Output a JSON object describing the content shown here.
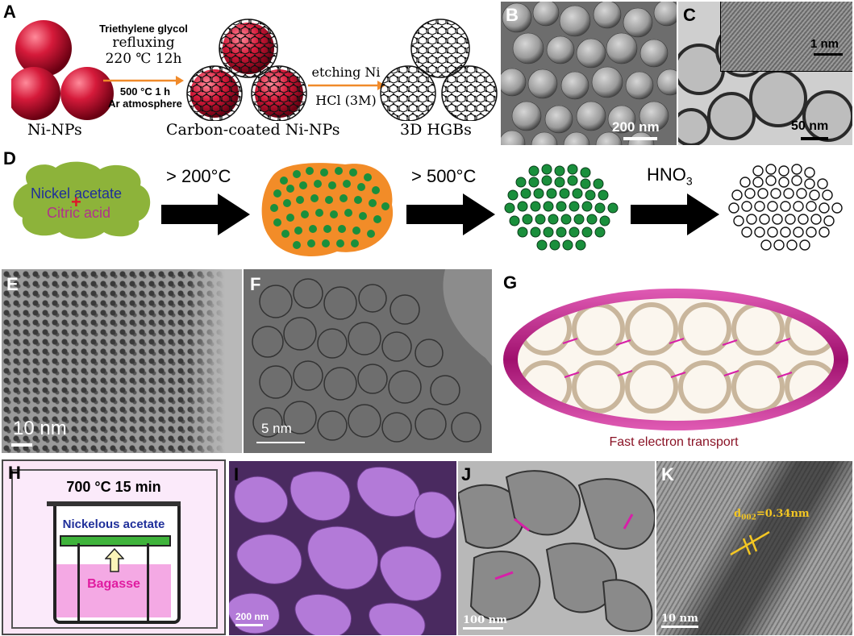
{
  "panels": {
    "A": {
      "letter": "A",
      "step1_lines": [
        "Triethylene glycol",
        "refluxing",
        "220 ℃ 12h",
        "500 °C  1 h",
        "Ar atmosphere"
      ],
      "step2_lines": [
        "etching Ni",
        "HCl (3M)"
      ],
      "captions": [
        "Ni-NPs",
        "Carbon-coated Ni-NPs",
        "3D HGBs"
      ]
    },
    "B": {
      "letter": "B",
      "scale": "200 nm"
    },
    "C": {
      "letter": "C",
      "scale": "50 nm",
      "inset_scale": "1 nm"
    },
    "D": {
      "letter": "D",
      "blob_line1": "Nickel acetate",
      "blob_line2": "Citric acid",
      "arrow1": "> 200°C",
      "arrow2": "> 500°C",
      "arrow3": "HNO",
      "arrow3_sub": "3"
    },
    "E": {
      "letter": "E",
      "scale": "10 nm"
    },
    "F": {
      "letter": "F",
      "scale": "5 nm"
    },
    "G": {
      "letter": "G",
      "caption": "Fast electron transport"
    },
    "H": {
      "letter": "H",
      "title": "700 °C  15 min",
      "top_label": "Nickelous acetate",
      "bottom_label": "Bagasse"
    },
    "I": {
      "letter": "I",
      "scale": "200 nm"
    },
    "J": {
      "letter": "J",
      "scale": "100 nm"
    },
    "K": {
      "letter": "K",
      "scale": "10 nm",
      "d_prefix": "d",
      "d_sub": "002",
      "d_value": "=0.34nm"
    }
  },
  "colors": {
    "ni_sphere": "#c8102e",
    "arrow_orange": "#f08a2a",
    "blob_green": "#8db33a",
    "green_particle": "#1a8f3c",
    "blob_orange": "#f28c28",
    "magenta": "#c0168c",
    "sem_purple": "#a96bd4",
    "annotation_yellow": "#f3c623"
  }
}
